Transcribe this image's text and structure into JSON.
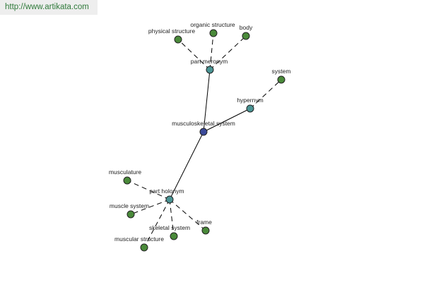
{
  "source": {
    "url_text": "http://www.artikata.com"
  },
  "colors": {
    "center_node": "#3b4a9a",
    "relation_node": "#4a9494",
    "leaf_node": "#4a8a3a",
    "source_bar": "#eeeeee",
    "source_text": "#2f7a3a"
  },
  "graph": {
    "center": {
      "id": "center",
      "label": "musculoskeletal system",
      "kind": "center"
    },
    "relations": [
      {
        "id": "rel-meronym",
        "label": "part meronym",
        "kind": "relation"
      },
      {
        "id": "rel-hypernym",
        "label": "hypernym",
        "kind": "relation"
      },
      {
        "id": "rel-holonym",
        "label": "part holonym",
        "kind": "relation"
      }
    ],
    "leaves": [
      {
        "id": "leaf-physical-structure",
        "label": "physical structure",
        "kind": "leaf",
        "relation": "rel-meronym"
      },
      {
        "id": "leaf-organic-structure",
        "label": "organic structure",
        "kind": "leaf",
        "relation": "rel-meronym"
      },
      {
        "id": "leaf-body",
        "label": "body",
        "kind": "leaf",
        "relation": "rel-meronym"
      },
      {
        "id": "leaf-system",
        "label": "system",
        "kind": "leaf",
        "relation": "rel-hypernym"
      },
      {
        "id": "leaf-musculature",
        "label": "musculature",
        "kind": "leaf",
        "relation": "rel-holonym"
      },
      {
        "id": "leaf-muscle-system",
        "label": "muscle system",
        "kind": "leaf",
        "relation": "rel-holonym"
      },
      {
        "id": "leaf-muscular-structure",
        "label": "muscular structure",
        "kind": "leaf",
        "relation": "rel-holonym"
      },
      {
        "id": "leaf-skeletal-system",
        "label": "skeletal system",
        "kind": "leaf",
        "relation": "rel-holonym"
      },
      {
        "id": "leaf-frame",
        "label": "frame",
        "kind": "leaf",
        "relation": "rel-holonym"
      }
    ]
  }
}
